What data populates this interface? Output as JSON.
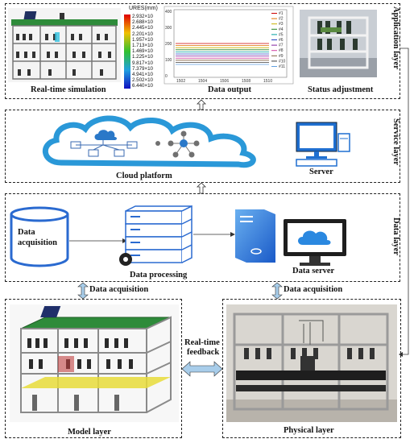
{
  "layers": {
    "application": "Application layer",
    "service": "Service layer",
    "data": "Data layer",
    "model": "Model layer",
    "physical": "Physical layer"
  },
  "application": {
    "sim_label": "Real-time simulation",
    "output_label": "Data output",
    "status_label": "Status adjustment",
    "colorbar_title": "URES(mm)",
    "colorbar_ticks": [
      "2.932×10",
      "2.688×10",
      "2.445×10",
      "2.201×10",
      "1.957×10",
      "1.713×10",
      "1.469×10",
      "1.225×10",
      "9.817×10",
      "7.379×10",
      "4.941×10",
      "2.502×10",
      "6.440×10"
    ]
  },
  "service": {
    "cloud_label": "Cloud platform",
    "server_label": "Server"
  },
  "data_layer": {
    "acq_line1": "Data",
    "acq_line2": "acquisition",
    "processing_label": "Data processing",
    "server_label": "Data server"
  },
  "links": {
    "acq_left": "Data acquisition",
    "acq_right": "Data acquisition",
    "feedback_line1": "Real-time",
    "feedback_line2": "feedback"
  },
  "chart_data": {
    "type": "line",
    "x_ticks": [
      "1502",
      "1504",
      "1506",
      "1508",
      "1510"
    ],
    "y_ticks": [
      "400",
      "300",
      "200",
      "100",
      "0"
    ],
    "legend": [
      "#1",
      "#2",
      "#3",
      "#4",
      "#5",
      "#6",
      "#7",
      "#8",
      "#9",
      "#10",
      "#11"
    ],
    "series_colors": [
      "#cc0000",
      "#e07000",
      "#c8b000",
      "#208020",
      "#00a0a0",
      "#2040c0",
      "#8020a0",
      "#d040a0",
      "#806040",
      "#404040",
      "#60a0e0"
    ]
  }
}
